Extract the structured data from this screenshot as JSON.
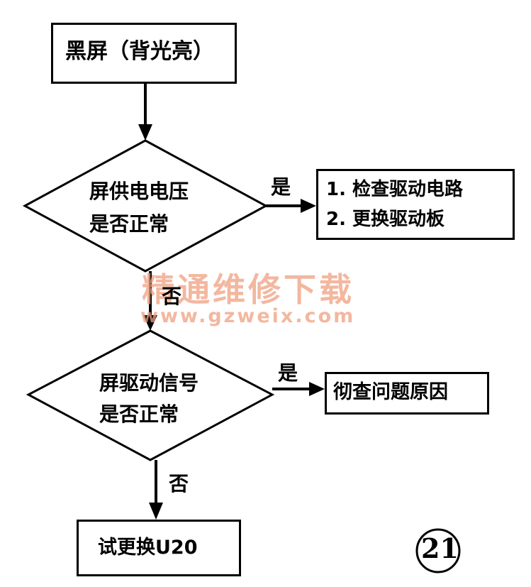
{
  "nodes": {
    "start": "黑屏（背光亮）",
    "decision1_line1": "屏供电电压",
    "decision1_line2": "是否正常",
    "action1_line1": "1. 检查驱动电路",
    "action1_line2": "2. 更换驱动板",
    "decision2_line1": "屏驱动信号",
    "decision2_line2": "是否正常",
    "action2": "彻查问题原因",
    "end": "试更换U20"
  },
  "edge_labels": {
    "yes1": "是",
    "no1": "否",
    "yes2": "是",
    "no2": "否"
  },
  "figure_number": "21",
  "watermark": {
    "title": "精通维修下载",
    "url": "www.gzweix.com",
    "color": "#f0a080"
  }
}
